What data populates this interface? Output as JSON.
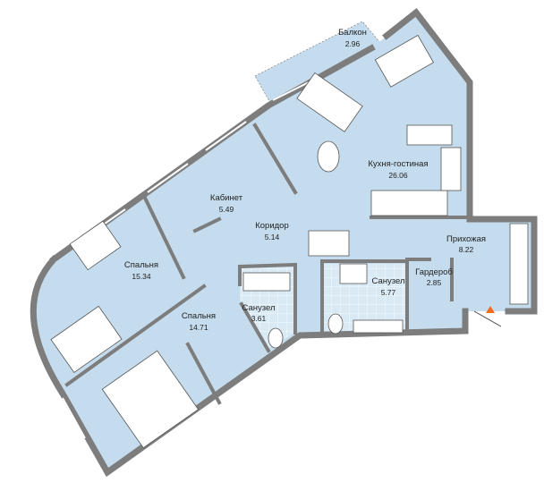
{
  "plan": {
    "colors": {
      "floor": "#c4dced",
      "tile": "#d9eaf5",
      "wall": "#7d7d7d",
      "entrance_marker": "#f26b1d"
    },
    "rooms": [
      {
        "id": "balcony",
        "name": "Балкон",
        "area": "2.96"
      },
      {
        "id": "kitchen-living",
        "name": "Кухня-гостиная",
        "area": "26.06"
      },
      {
        "id": "study",
        "name": "Кабинет",
        "area": "5.49"
      },
      {
        "id": "corridor",
        "name": "Коридор",
        "area": "5.14"
      },
      {
        "id": "hallway",
        "name": "Прихожая",
        "area": "8.22"
      },
      {
        "id": "bedroom-1",
        "name": "Спальня",
        "area": "15.34"
      },
      {
        "id": "bedroom-2",
        "name": "Спальня",
        "area": "14.71"
      },
      {
        "id": "bathroom-1",
        "name": "Санузел",
        "area": "3.61"
      },
      {
        "id": "bathroom-2",
        "name": "Санузел",
        "area": "5.77"
      },
      {
        "id": "wardrobe",
        "name": "Гардероб",
        "area": "2.85"
      }
    ],
    "entrance_icon": "triangle-entrance-icon"
  }
}
